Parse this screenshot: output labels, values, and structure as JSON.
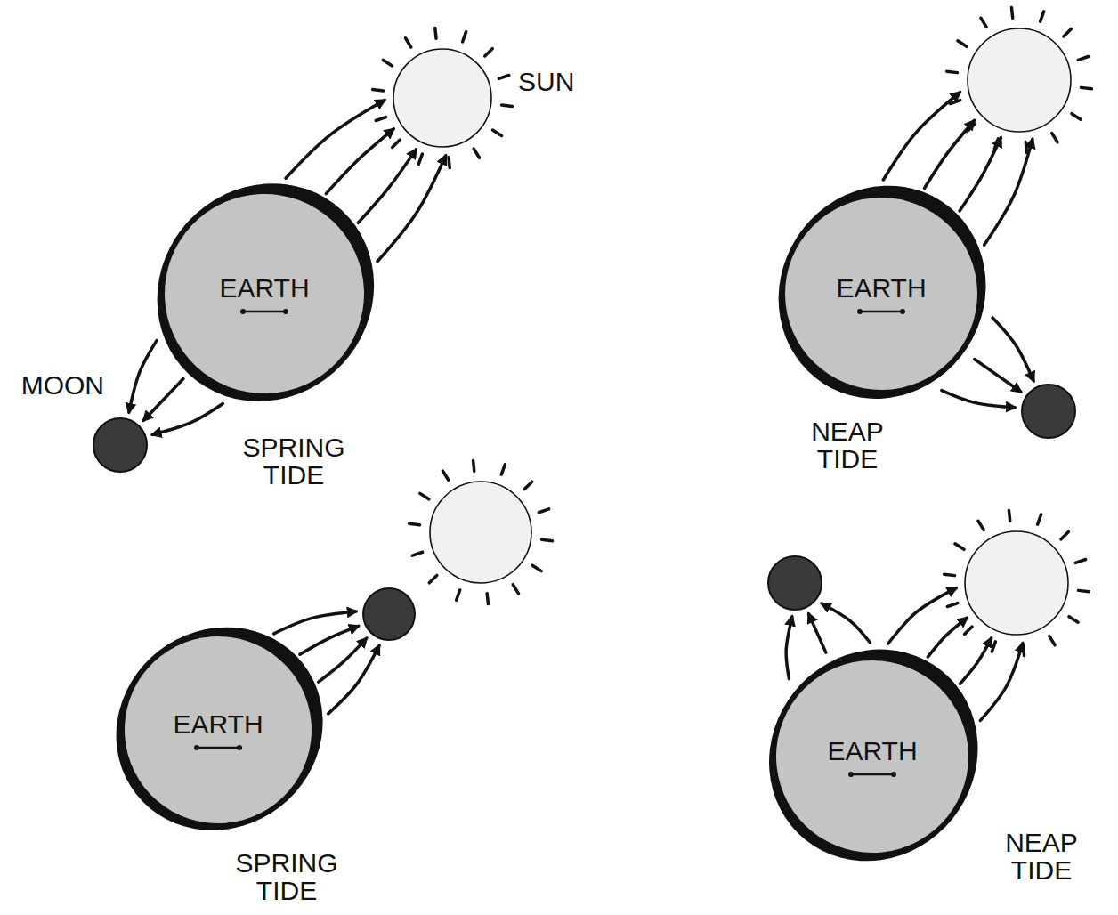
{
  "diagram": {
    "nodes": [
      {
        "text": [
          "SUN"
        ]
      },
      {
        "text": [
          "EARTH"
        ]
      },
      {
        "text": [
          "EARTH"
        ]
      },
      {
        "text": [
          "MOON"
        ]
      },
      {
        "text": [
          "EARTH"
        ]
      },
      {
        "text": [
          "EARTH"
        ]
      }
    ],
    "edges": [
      {
        "from": 1,
        "to": 0,
        "arrow": "to"
      },
      {
        "from": 1,
        "to": 0,
        "arrow": "to"
      },
      {
        "from": 1,
        "to": 0,
        "arrow": "to"
      },
      {
        "from": 1,
        "to": 0,
        "arrow": "to"
      },
      {
        "from": 1,
        "to": 3,
        "arrow": "to"
      },
      {
        "from": 1,
        "to": 3,
        "arrow": "to"
      },
      {
        "from": 1,
        "to": 3,
        "arrow": "to"
      }
    ],
    "labels": [
      "SPRING TIDE",
      "NEAP TIDE",
      "SPRING TIDE",
      "NEAP TIDE"
    ]
  }
}
